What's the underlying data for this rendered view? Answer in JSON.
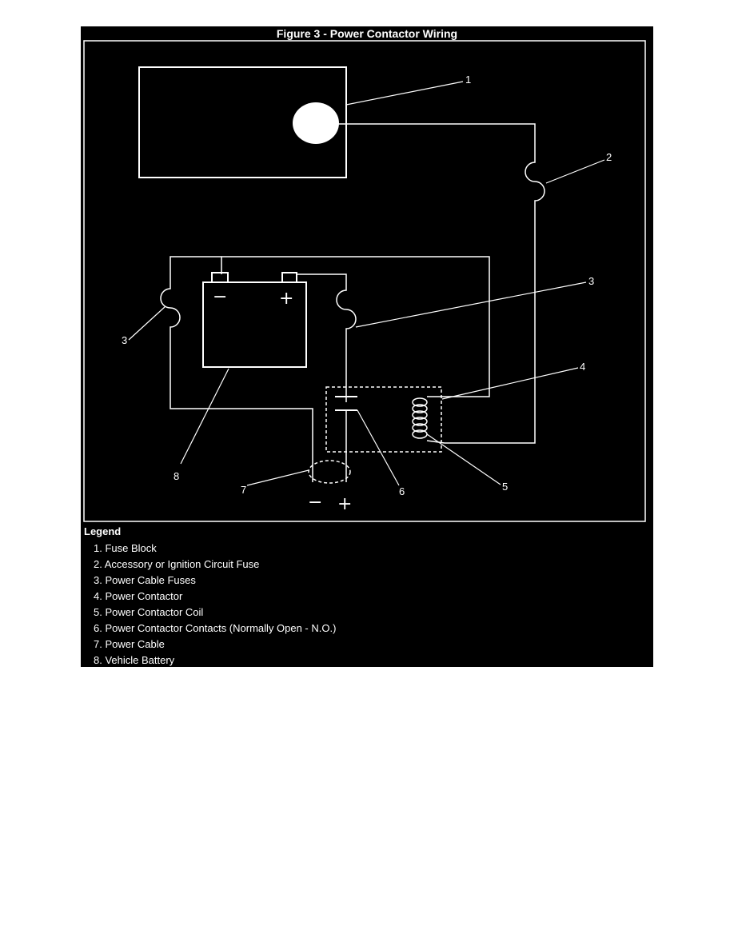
{
  "figure": {
    "title": "Figure 3 - Power Contactor Wiring"
  },
  "callouts": [
    "1",
    "2",
    "3",
    "3",
    "4",
    "5",
    "6",
    "7",
    "8"
  ],
  "terminals": {
    "battery_negative": "−",
    "battery_positive": "+",
    "cable_negative": "−",
    "cable_positive": "+"
  },
  "legend": {
    "title": "Legend",
    "items": [
      "1. Fuse Block",
      "2. Accessory or Ignition Circuit Fuse",
      "3. Power Cable Fuses",
      "4. Power Contactor",
      "5. Power Contactor Coil",
      "6. Power Contactor Contacts (Normally Open - N.O.)",
      "7. Power Cable",
      "8. Vehicle Battery"
    ]
  },
  "colors": {
    "background": "#000000",
    "line": "#ffffff",
    "page": "#ffffff"
  }
}
